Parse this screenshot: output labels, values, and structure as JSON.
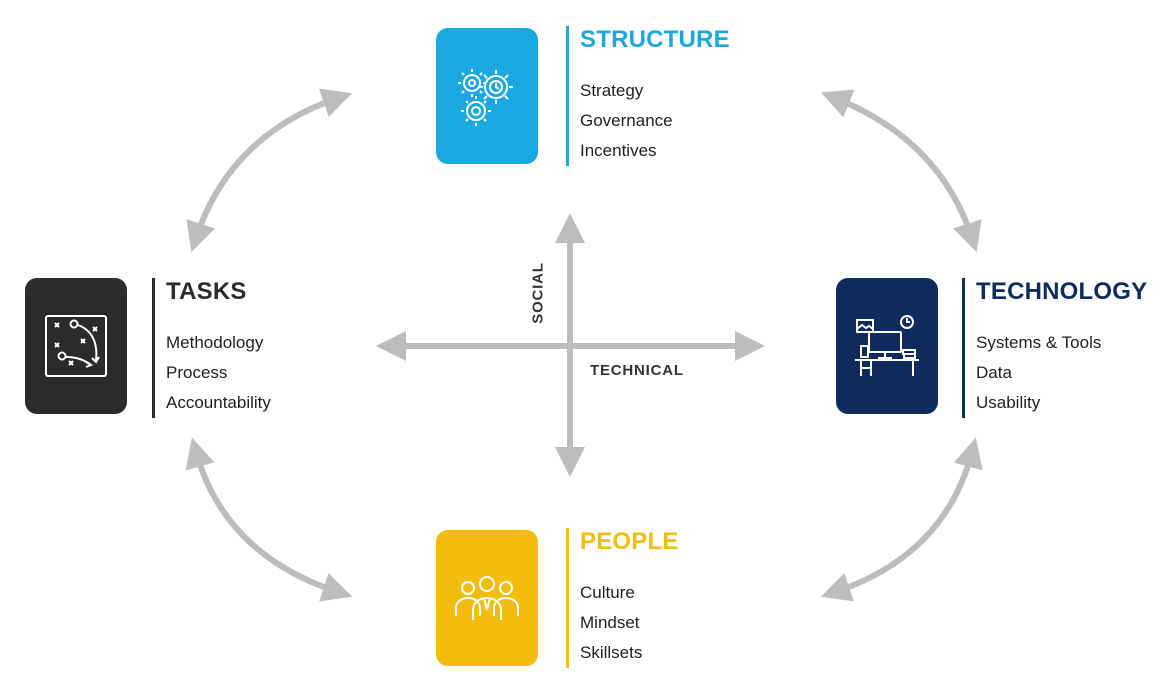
{
  "colors": {
    "structure": "#1aa8e0",
    "tasks": "#2b2b2b",
    "technology": "#0d2b5c",
    "people": "#f2bd0f",
    "arrows": "#bdbdbd"
  },
  "axes": {
    "vertical": "SOCIAL",
    "horizontal": "TECHNICAL"
  },
  "structure": {
    "title": "STRUCTURE",
    "icon": "gears-icon",
    "items": [
      "Strategy",
      "Governance",
      "Incentives"
    ]
  },
  "tasks": {
    "title": "TASKS",
    "icon": "play-diagram-icon",
    "items": [
      "Methodology",
      "Process",
      "Accountability"
    ]
  },
  "technology": {
    "title": "TECHNOLOGY",
    "icon": "desk-computer-icon",
    "items": [
      "Systems & Tools",
      "Data",
      "Usability"
    ]
  },
  "people": {
    "title": "PEOPLE",
    "icon": "team-icon",
    "items": [
      "Culture",
      "Mindset",
      "Skillsets"
    ]
  }
}
